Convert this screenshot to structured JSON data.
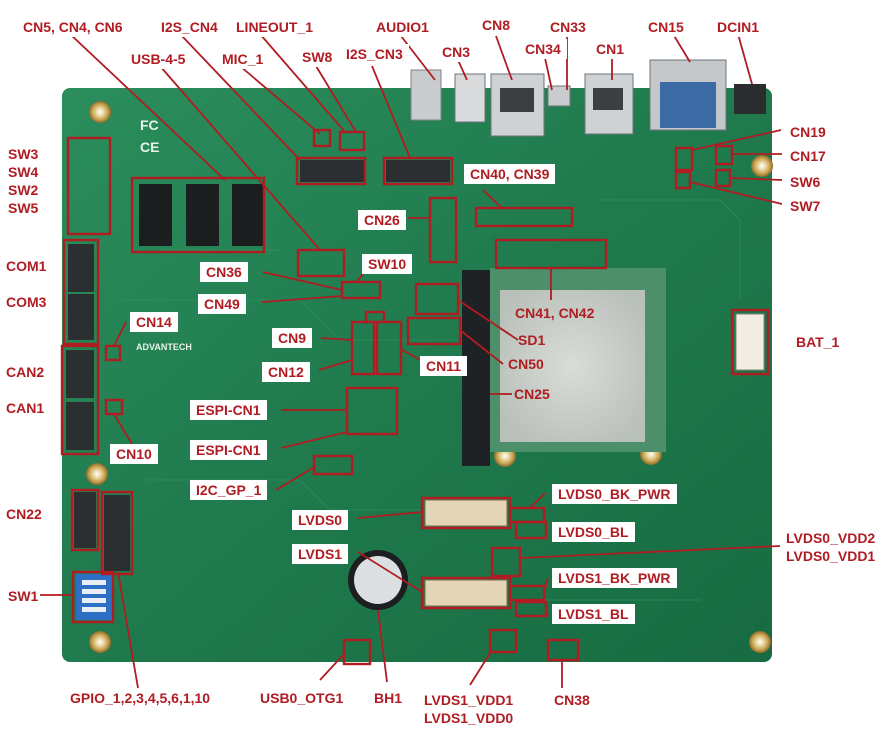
{
  "board": {
    "silk_fc": "FC",
    "silk_ce": "CE",
    "silk_brand": "ADVANTECH",
    "colors": {
      "pcb": "#1f7a4d",
      "pcb_light": "#2a8a5a",
      "callout": "#b01c22",
      "label_bg": "#ffffff"
    }
  },
  "callouts": [
    {
      "id": "cn5-cn4-cn6",
      "text": "CN5, CN4, CN6"
    },
    {
      "id": "i2s-cn4",
      "text": "I2S_CN4"
    },
    {
      "id": "lineout-1",
      "text": "LINEOUT_1"
    },
    {
      "id": "audio1",
      "text": "AUDIO1"
    },
    {
      "id": "cn8",
      "text": "CN8"
    },
    {
      "id": "cn33",
      "text": "CN33"
    },
    {
      "id": "cn15",
      "text": "CN15"
    },
    {
      "id": "dcin1",
      "text": "DCIN1"
    },
    {
      "id": "usb-4-5",
      "text": "USB-4-5"
    },
    {
      "id": "mic-1",
      "text": "MIC_1"
    },
    {
      "id": "sw8",
      "text": "SW8"
    },
    {
      "id": "i2s-cn3",
      "text": "I2S_CN3"
    },
    {
      "id": "cn3",
      "text": "CN3"
    },
    {
      "id": "cn34",
      "text": "CN34"
    },
    {
      "id": "cn1",
      "text": "CN1"
    },
    {
      "id": "cn19",
      "text": "CN19"
    },
    {
      "id": "cn17",
      "text": "CN17"
    },
    {
      "id": "sw6",
      "text": "SW6"
    },
    {
      "id": "sw7",
      "text": "SW7"
    },
    {
      "id": "sw3",
      "text": "SW3"
    },
    {
      "id": "sw4",
      "text": "SW4"
    },
    {
      "id": "sw2",
      "text": "SW2"
    },
    {
      "id": "sw5",
      "text": "SW5"
    },
    {
      "id": "cn40-cn39",
      "text": "CN40, CN39"
    },
    {
      "id": "cn26",
      "text": "CN26"
    },
    {
      "id": "com1",
      "text": "COM1"
    },
    {
      "id": "cn36",
      "text": "CN36"
    },
    {
      "id": "sw10",
      "text": "SW10"
    },
    {
      "id": "com3",
      "text": "COM3"
    },
    {
      "id": "cn49",
      "text": "CN49"
    },
    {
      "id": "cn41-cn42",
      "text": "CN41, CN42"
    },
    {
      "id": "cn14",
      "text": "CN14"
    },
    {
      "id": "sd1",
      "text": "SD1"
    },
    {
      "id": "bat-1",
      "text": "BAT_1"
    },
    {
      "id": "cn9",
      "text": "CN9"
    },
    {
      "id": "cn50",
      "text": "CN50"
    },
    {
      "id": "can2",
      "text": "CAN2"
    },
    {
      "id": "cn12",
      "text": "CN12"
    },
    {
      "id": "cn11",
      "text": "CN11"
    },
    {
      "id": "cn25",
      "text": "CN25"
    },
    {
      "id": "can1",
      "text": "CAN1"
    },
    {
      "id": "espi-cn1-a",
      "text": "ESPI-CN1"
    },
    {
      "id": "espi-cn1-b",
      "text": "ESPI-CN1"
    },
    {
      "id": "cn10",
      "text": "CN10"
    },
    {
      "id": "i2c-gp-1",
      "text": "I2C_GP_1"
    },
    {
      "id": "lvds0-bk-pwr",
      "text": "LVDS0_BK_PWR"
    },
    {
      "id": "cn22",
      "text": "CN22"
    },
    {
      "id": "lvds0",
      "text": "LVDS0"
    },
    {
      "id": "lvds0-bl",
      "text": "LVDS0_BL"
    },
    {
      "id": "lvds0-vdd2",
      "text": "LVDS0_VDD2"
    },
    {
      "id": "lvds0-vdd1",
      "text": "LVDS0_VDD1"
    },
    {
      "id": "lvds1",
      "text": "LVDS1"
    },
    {
      "id": "lvds1-bk-pwr",
      "text": "LVDS1_BK_PWR"
    },
    {
      "id": "sw1",
      "text": "SW1"
    },
    {
      "id": "lvds1-bl",
      "text": "LVDS1_BL"
    },
    {
      "id": "gpio",
      "text": "GPIO_1,2,3,4,5,6,1,10"
    },
    {
      "id": "usb0-otg1",
      "text": "USB0_OTG1"
    },
    {
      "id": "bh1",
      "text": "BH1"
    },
    {
      "id": "lvds1-vdd1",
      "text": "LVDS1_VDD1"
    },
    {
      "id": "lvds1-vdd0",
      "text": "LVDS1_VDD0"
    },
    {
      "id": "cn38",
      "text": "CN38"
    }
  ]
}
